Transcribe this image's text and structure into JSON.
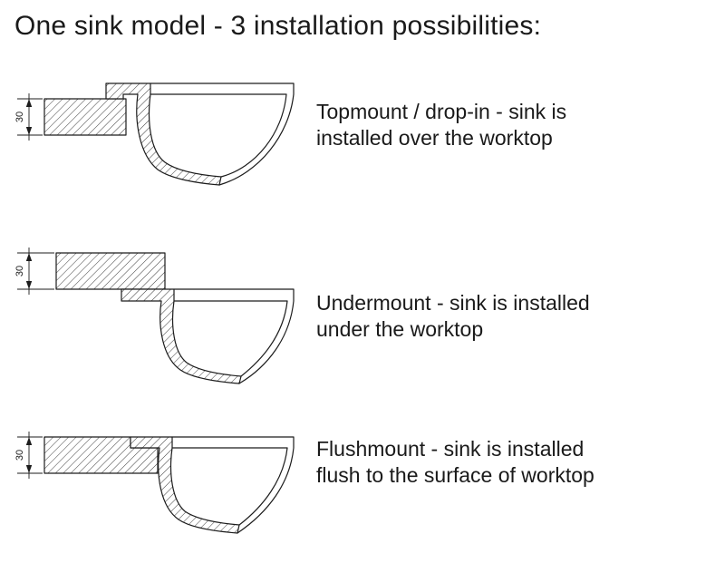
{
  "title": "One sink model - 3 installation possibilities:",
  "rows": [
    {
      "id": "topmount",
      "dim": "30",
      "label": "Topmount / drop-in - sink is installed over the worktop"
    },
    {
      "id": "undermount",
      "dim": "30",
      "label": "Undermount - sink is installed under the worktop"
    },
    {
      "id": "flushmount",
      "dim": "30",
      "label": "Flushmount - sink is installed flush to the surface of worktop"
    }
  ]
}
